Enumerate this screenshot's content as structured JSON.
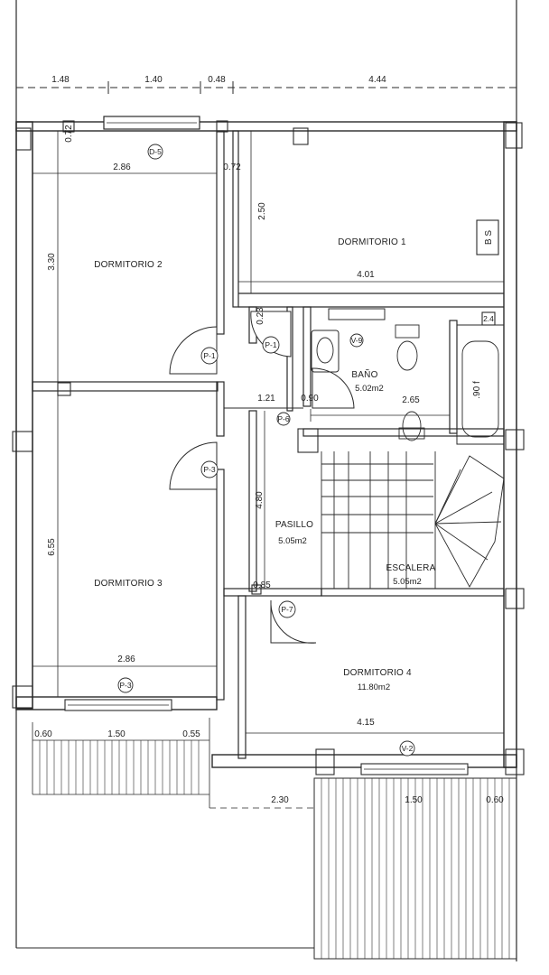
{
  "rooms": {
    "dormitorio_1": {
      "name": "DORMITORIO 1",
      "area": ""
    },
    "dormitorio_2": {
      "name": "DORMITORIO 2",
      "area": ""
    },
    "dormitorio_3": {
      "name": "DORMITORIO 3",
      "area": ""
    },
    "dormitorio_4": {
      "name": "DORMITORIO 4",
      "area": "11.80m2"
    },
    "bano": {
      "name": "BAÑO",
      "area": "5.02m2"
    },
    "pasillo": {
      "name": "PASILLO",
      "area": "5.05m2"
    },
    "escalera": {
      "name": "ESCALERA",
      "area": "5.05m2"
    }
  },
  "dimensions": {
    "top_1": "1.48",
    "top_2": "1.40",
    "top_3": "0.48",
    "top_4": "4.44",
    "d2_width": "2.86",
    "d2_right": "0.72",
    "d2_height": "3.30",
    "d2_small": "0.72",
    "d1_height": "2.50",
    "d1_width": "4.01",
    "d1_small": "0.23",
    "hall_1": "1.21",
    "hall_2": "0.90",
    "bano_width": "2.65",
    "d3_height": "6.55",
    "d3_width": "2.86",
    "pasillo_height": "4.80",
    "pasillo_small": "0.85",
    "bottom_l1": "0.60",
    "bottom_l2": "1.50",
    "bottom_l3": "0.55",
    "d4_width": "4.15",
    "bottom_r1": "2.30",
    "bottom_r2": "1.50",
    "bottom_r3": "0.60"
  },
  "tags": {
    "v_top": "D-5",
    "p1": "P-1",
    "p1b": "P-1",
    "p3": "P-3",
    "p3b": "P-3",
    "p7": "P-7",
    "v_bottom": "V-2",
    "bano_win": "V-9",
    "bano_door": "P-6",
    "bath": ".90 f",
    "wardrobe": "B S",
    "wc": "2.4"
  }
}
